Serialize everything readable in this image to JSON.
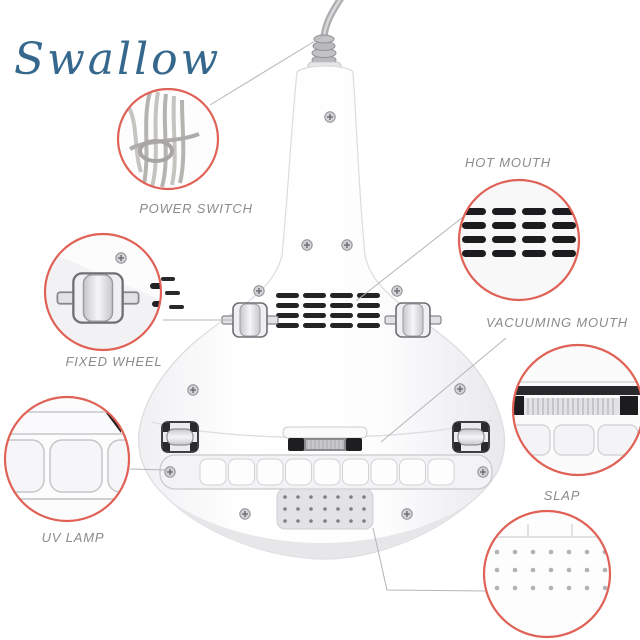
{
  "brand": {
    "name": "Swallow"
  },
  "colors": {
    "ring": "#e06156",
    "label": "#8b8b8e",
    "leader": "#b5b5b8",
    "logo": "#35688c",
    "slot": "#202023",
    "body_edge": "#e2e2e6"
  },
  "callouts": [
    {
      "id": "power-switch",
      "label": "POWER SWITCH"
    },
    {
      "id": "hot-mouth",
      "label": "HOT MOUTH"
    },
    {
      "id": "fixed-wheel",
      "label": "FIXED WHEEL"
    },
    {
      "id": "vacuuming-mouth",
      "label": "VACUUMING MOUTH"
    },
    {
      "id": "uv-lamp",
      "label": "UV LAMP"
    },
    {
      "id": "slap",
      "label": "SLAP"
    }
  ]
}
